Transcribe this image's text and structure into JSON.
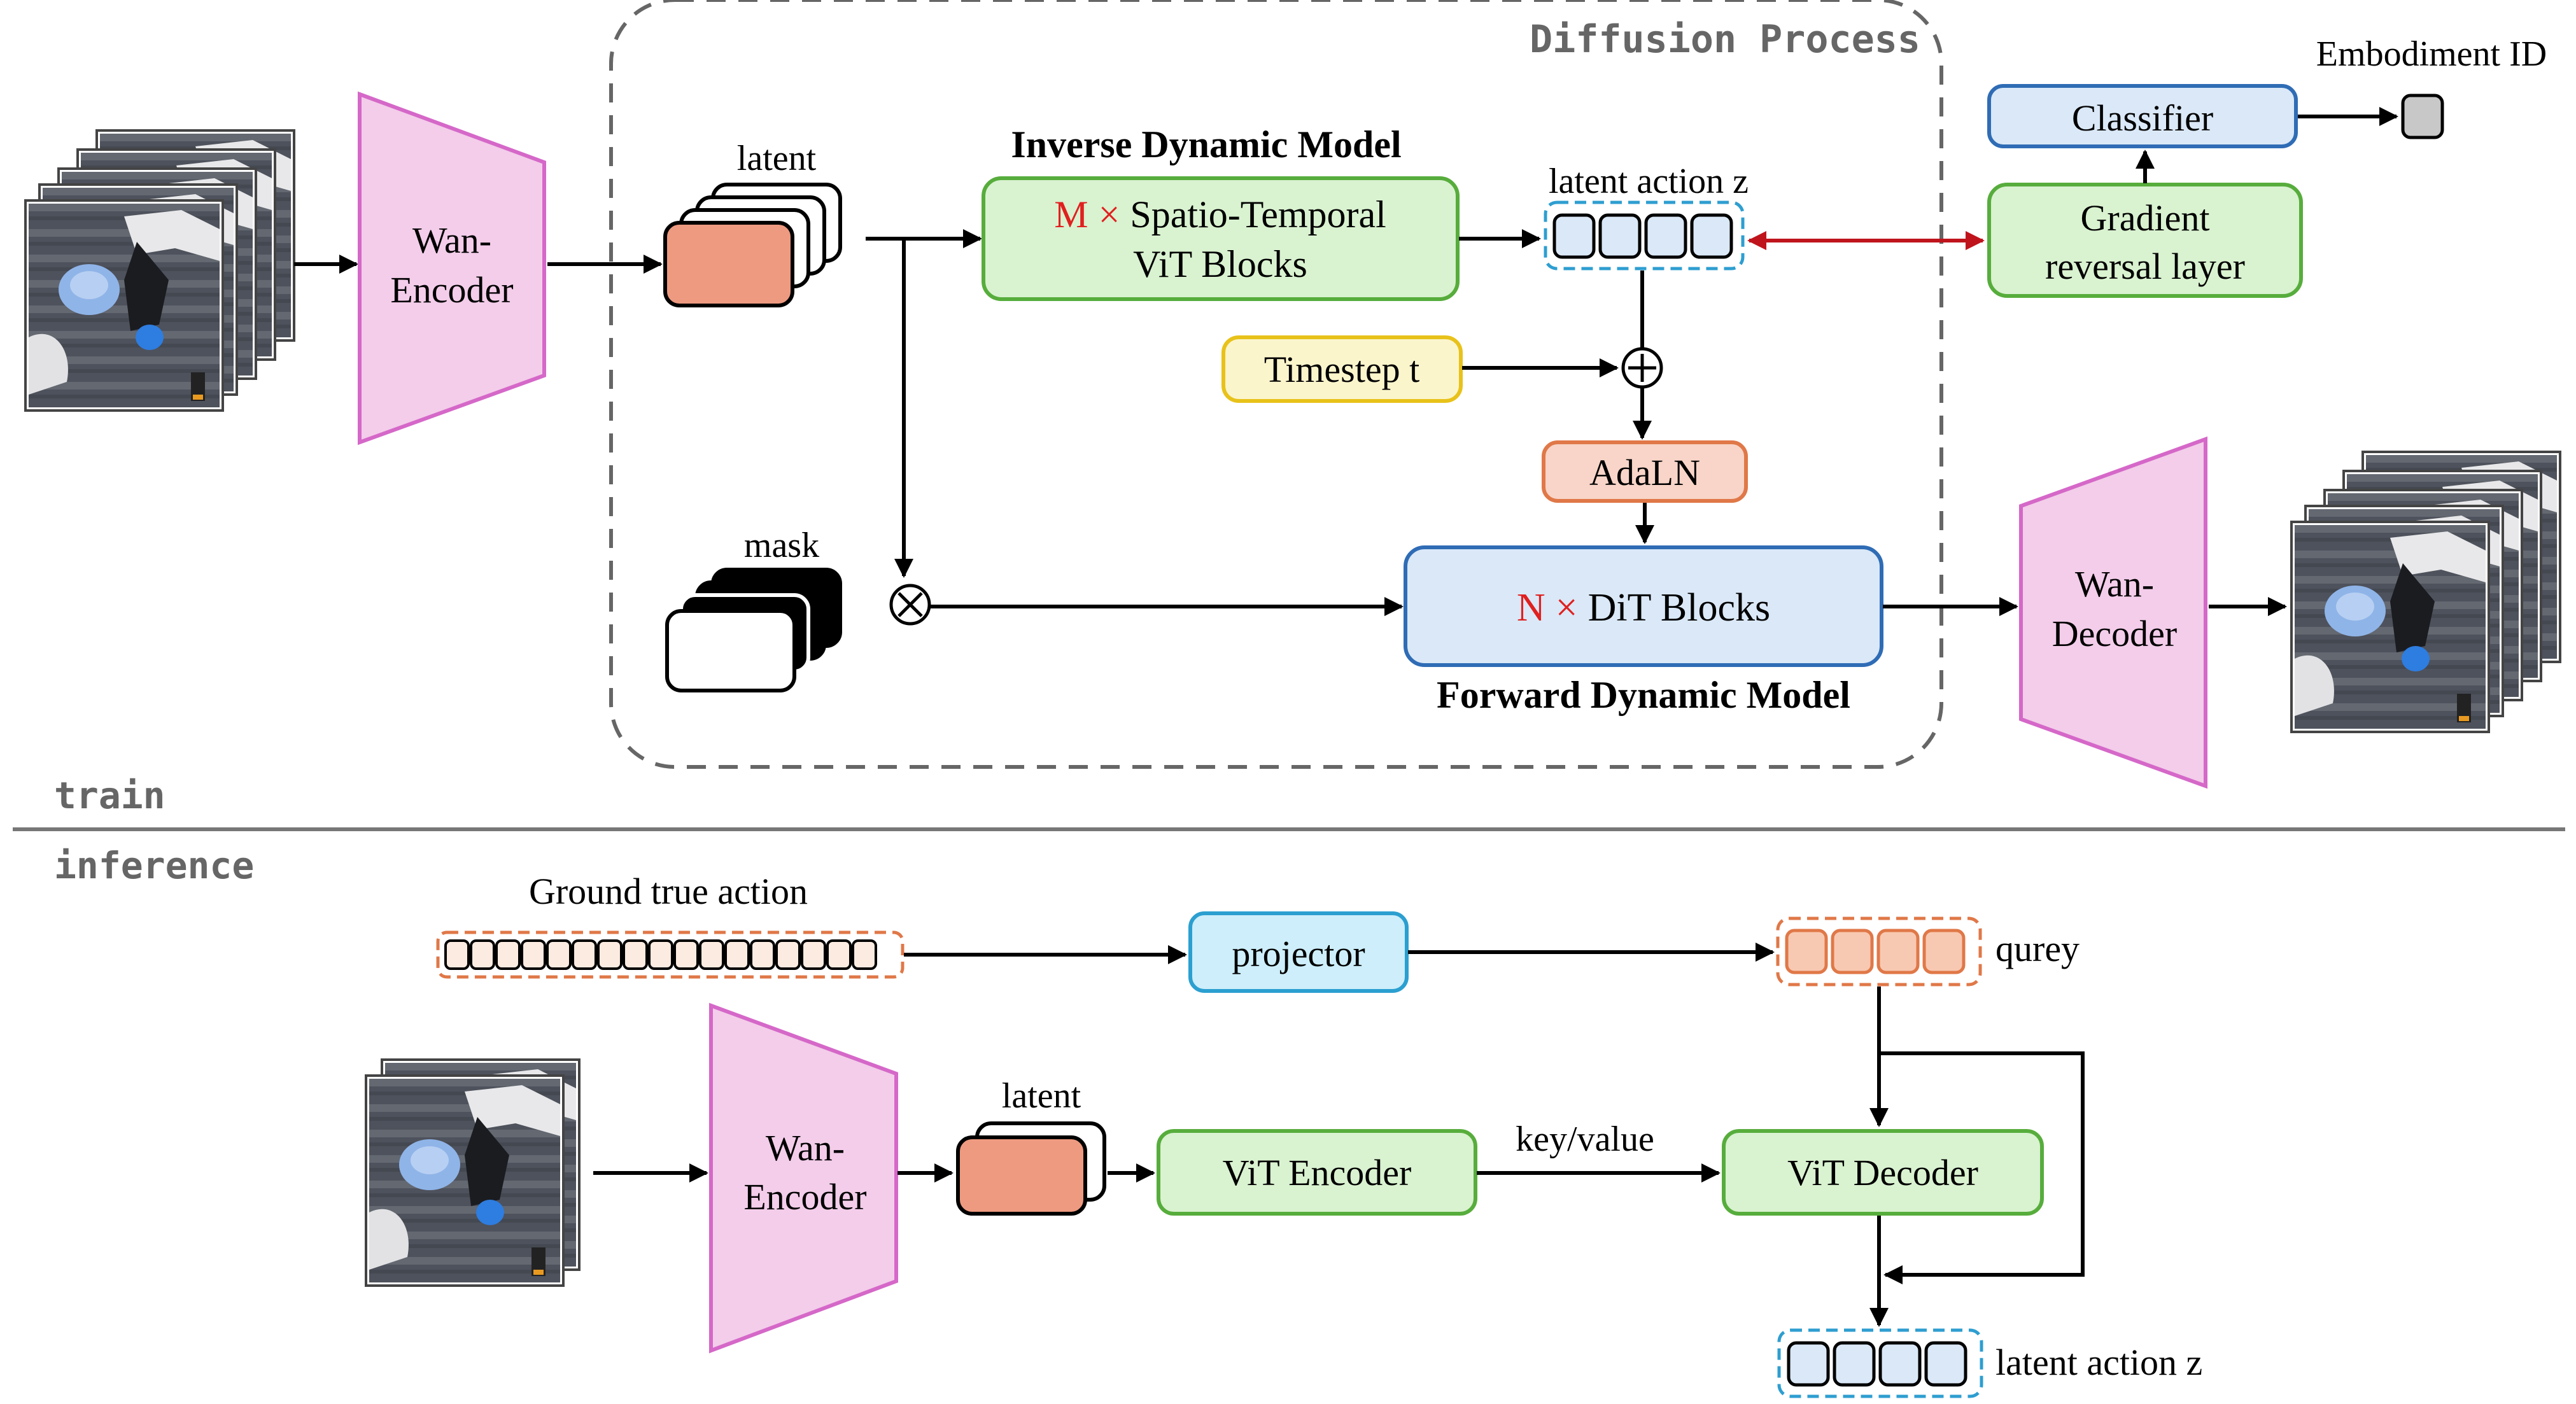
{
  "train": {
    "section_label": "train",
    "diffusion_title": "Diffusion Process",
    "latent_label": "latent",
    "mask_label": "mask",
    "wan_encoder": [
      "Wan-",
      "Encoder"
    ],
    "wan_decoder": [
      "Wan-",
      "Decoder"
    ],
    "idm_title": "Inverse Dynamic Model",
    "idm_box": {
      "multiplier": "M",
      "times": "×",
      "line1": "Spatio-Temporal",
      "line2": "ViT Blocks"
    },
    "latent_action_label": "latent action z",
    "timestep": "Timestep t",
    "adaln": "AdaLN",
    "dit_box": {
      "multiplier": "N",
      "times": "×",
      "text": "DiT Blocks"
    },
    "fdm_title": "Forward Dynamic Model",
    "classifier": "Classifier",
    "grl": [
      "Gradient",
      "reversal layer"
    ],
    "embodiment": "Embodiment ID"
  },
  "inference": {
    "section_label": "inference",
    "gt_action": "Ground true action",
    "projector": "projector",
    "query": "qurey",
    "wan_encoder": [
      "Wan-",
      "Encoder"
    ],
    "latent_label": "latent",
    "vit_encoder": "ViT Encoder",
    "key_value": "key/value",
    "vit_decoder": "ViT Decoder",
    "latent_action_label": "latent action z"
  },
  "colors": {
    "wan": "#f3cdea",
    "wan_stroke": "#d568c8",
    "green": "#d9f2d0",
    "green_stroke": "#57ad3c",
    "blue": "#dae8f7",
    "blue_stroke": "#2f6cb5",
    "orange": "#f8d5c8",
    "orange_stroke": "#e07848",
    "latent_fill": "#ee9a80",
    "yellow": "#fbf5cc",
    "yellow_stroke": "#e8c21a",
    "cyan": "#cdeefa",
    "cyan_stroke": "#2b9fd0",
    "dashed_blue": "#2e9ed0",
    "dashed_orange": "#e07848",
    "red_arrow": "#c0141c",
    "red_text": "#e0201f"
  }
}
